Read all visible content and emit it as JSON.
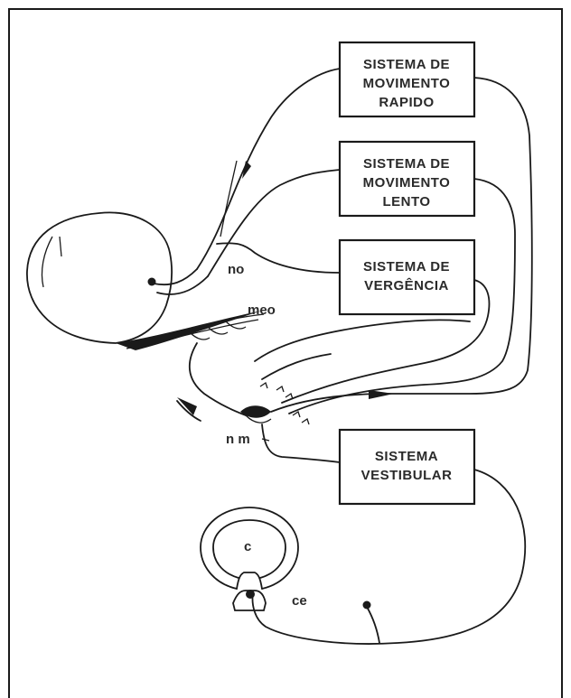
{
  "boxes": {
    "rapid": {
      "line1": "SISTEMA DE",
      "line2": "MOVIMENTO",
      "line3": "RAPIDO"
    },
    "slow": {
      "line1": "SISTEMA DE",
      "line2": "MOVIMENTO",
      "line3": "LENTO"
    },
    "vergence": {
      "line1": "SISTEMA DE",
      "line2": "VERGÊNCIA"
    },
    "vestibular": {
      "line1": "SISTEMA",
      "line2": "VESTIBULAR"
    }
  },
  "labels": {
    "no": "no",
    "meo": "meo",
    "nm": "n m",
    "c": "c",
    "ce": "ce"
  }
}
